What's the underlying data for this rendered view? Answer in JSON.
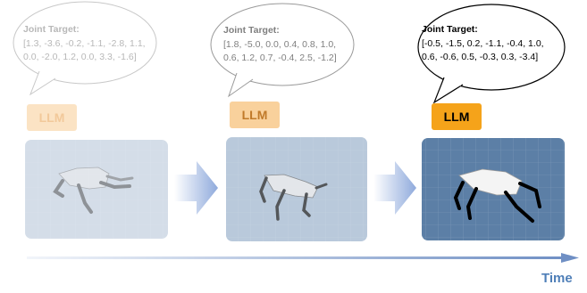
{
  "panels": [
    {
      "bubble_title": "Joint Target:",
      "bubble_lines": [
        "[1.3, -3.6, -0.2, -1.1, -2.8,  1.1,",
        "0.0, -2.0, 1.2, 0.0, 3.3, -1.6]"
      ],
      "llm_label": "LLM",
      "state": "faded"
    },
    {
      "bubble_title": "Joint Target:",
      "bubble_lines": [
        "[1.8, -5.0, 0.0, 0.4, 0.8, 1.0,",
        "0.6, 1.2, 0.7, -0.4, 2.5, -1.2]"
      ],
      "llm_label": "LLM",
      "state": "semi"
    },
    {
      "bubble_title": "Joint Target:",
      "bubble_lines": [
        "[-0.5, -1.5, 0.2, -1.1, -0.4, 1.0,",
        "0.6, -0.6, 0.5, -0.3, 0.3, -3.4]"
      ],
      "llm_label": "LLM",
      "state": "active"
    }
  ],
  "time_label": "Time",
  "colors": {
    "llm_faded": "#fbe3c4",
    "llm_semi": "#f9d19c",
    "llm_active": "#f5a31a",
    "time_text": "#4f7fb8",
    "arrow": "#8faadc"
  },
  "icons": [
    "speech-bubble",
    "quadruped-robot",
    "right-arrow",
    "timeline-arrow"
  ]
}
